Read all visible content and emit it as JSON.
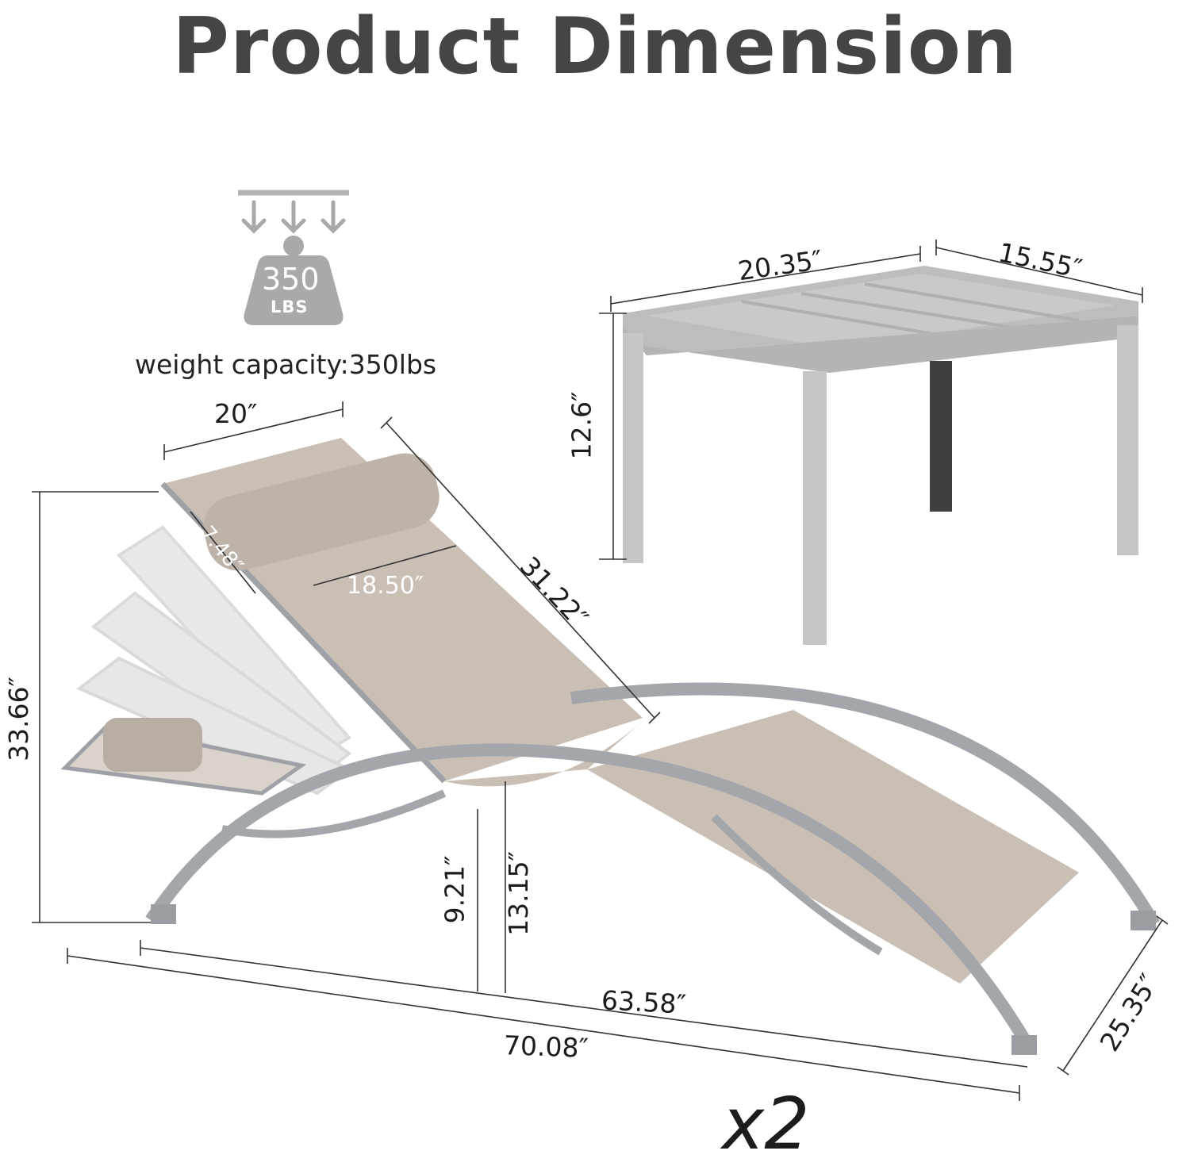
{
  "title": "Product Dimension",
  "weight": {
    "number": "350",
    "unit": "LBS",
    "label": "weight capacity:350lbs"
  },
  "table": {
    "width": "20.35″",
    "depth": "15.55″",
    "height": "12.6″"
  },
  "lounger": {
    "back_width": "20″",
    "pillow_height": "7.48″",
    "pillow_width": "18.50″",
    "back_length": "31.22″",
    "total_height": "33.66″",
    "seat_height_low": "9.21″",
    "seat_height_high": "13.15″",
    "length_inner": "63.58″",
    "length_total": "70.08″",
    "width": "25.35″"
  },
  "quantity": "x2",
  "colors": {
    "title": "#454545",
    "fabric": "#c9bfb4",
    "frame": "#9ea2a6",
    "table": "#c4c4c2",
    "icon": "#a9a9a9"
  }
}
